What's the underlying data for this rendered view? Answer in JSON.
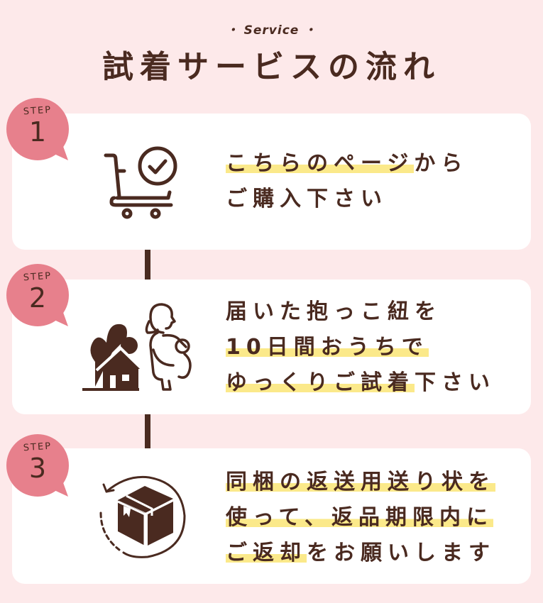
{
  "header": {
    "eyebrow": "・ Service ・",
    "title": "試着サービスの流れ"
  },
  "colors": {
    "background": "#fde9ea",
    "card": "#ffffff",
    "text": "#4a2a20",
    "badge": "#e7808c",
    "highlight": "#fbe98a"
  },
  "steps": [
    {
      "label": "STEP",
      "number": "1",
      "icon": "shopping-cart-check-icon",
      "lines": [
        {
          "highlighted": "こちらのページ",
          "plain": "から"
        },
        {
          "highlighted": "",
          "plain": "ご購入下さい"
        }
      ]
    },
    {
      "label": "STEP",
      "number": "2",
      "icon": "home-baby-carrier-icon",
      "lines": [
        {
          "highlighted": "",
          "plain": "届いた抱っこ紐を"
        },
        {
          "highlighted": "10日間おうちで",
          "plain": ""
        },
        {
          "highlighted": "ゆっくりご試着",
          "plain": "下さい"
        }
      ]
    },
    {
      "label": "STEP",
      "number": "3",
      "icon": "package-return-icon",
      "lines": [
        {
          "highlighted": "同梱の返送用送り状を",
          "plain": ""
        },
        {
          "highlighted": "使って、返品期限内に",
          "plain": ""
        },
        {
          "highlighted": "ご返却",
          "plain": "をお願いします"
        }
      ]
    }
  ]
}
